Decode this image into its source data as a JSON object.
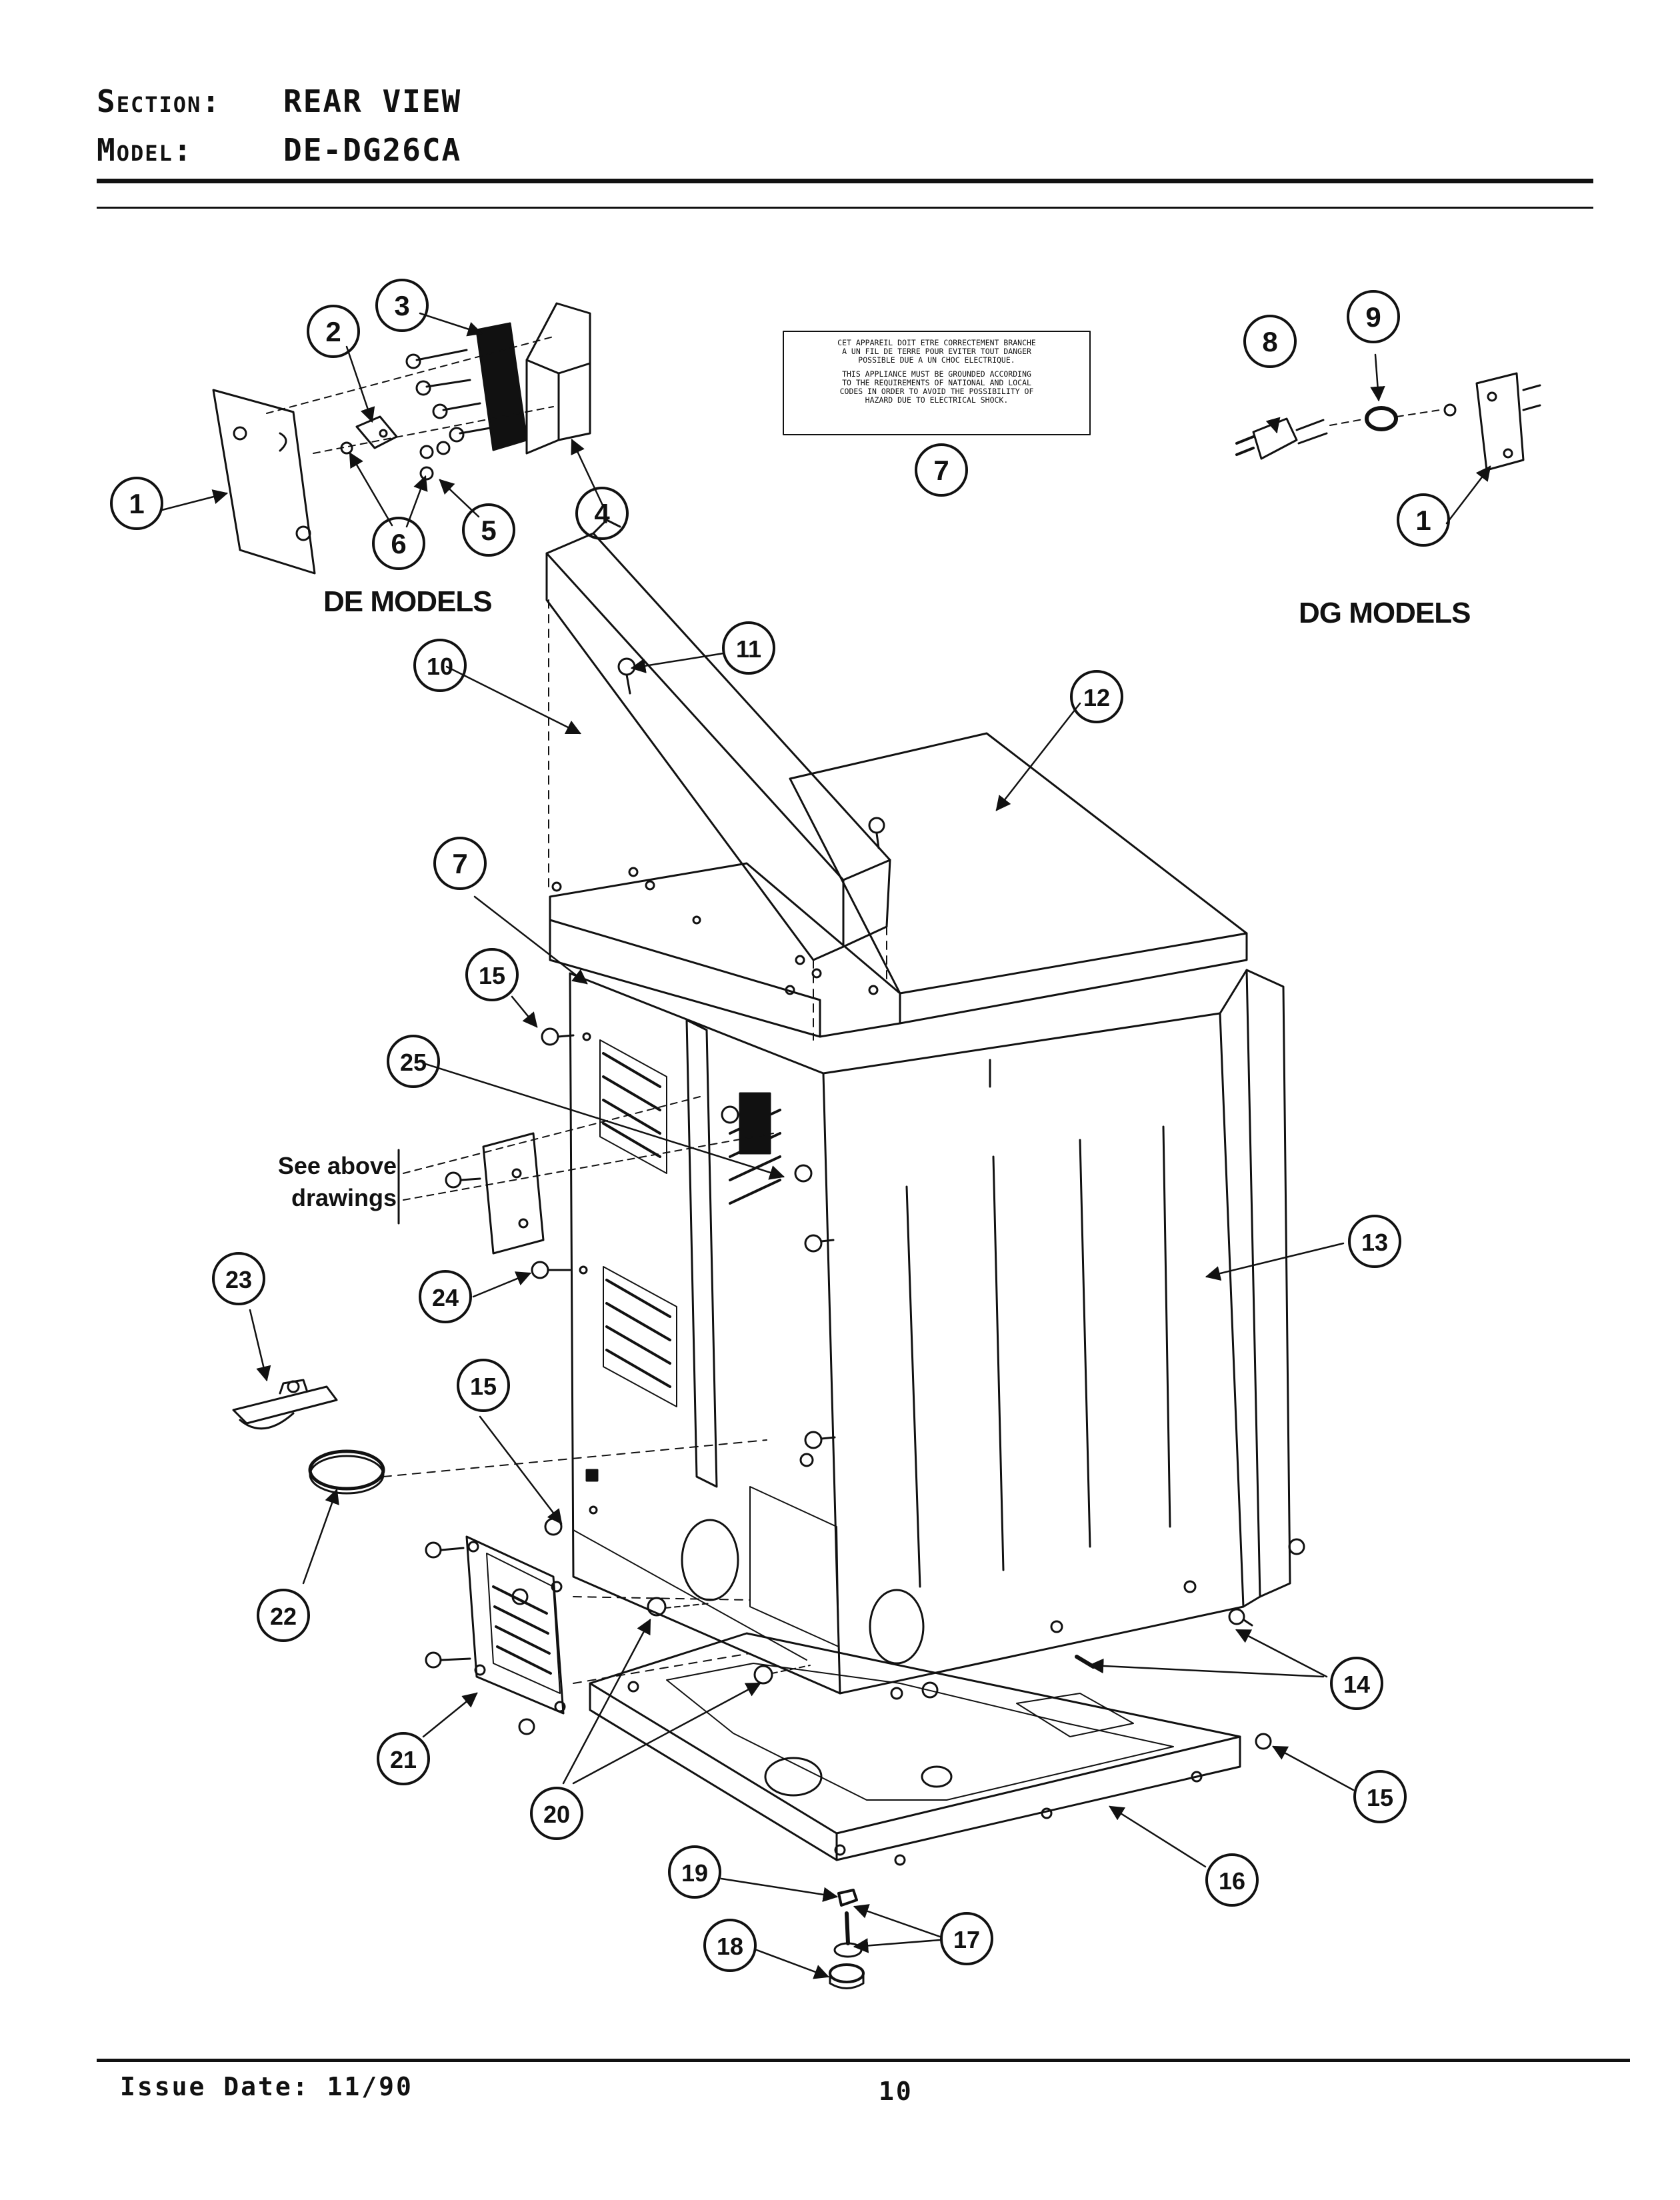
{
  "header": {
    "section_label": "Section:",
    "section_value": "REAR VIEW",
    "model_label": "Model:",
    "model_value": "DE-DG26CA"
  },
  "captions": {
    "de_models": "DE MODELS",
    "dg_models": "DG MODELS",
    "see_above_line1": "See above",
    "see_above_line2": "drawings"
  },
  "warning_label": {
    "french_1": "CET APPAREIL DOIT ETRE CORRECTEMENT BRANCHE",
    "french_2": "A UN FIL DE TERRE POUR EVITER TOUT DANGER",
    "french_3": "POSSIBLE DUE A UN CHOC ELECTRIQUE.",
    "english_1": "THIS APPLIANCE MUST BE GROUNDED ACCORDING",
    "english_2": "TO THE REQUIREMENTS OF NATIONAL AND LOCAL",
    "english_3": "CODES IN ORDER TO AVOID THE POSSIBILITY OF",
    "english_4": "HAZARD DUE TO ELECTRICAL SHOCK."
  },
  "callouts": {
    "c1a": "1",
    "c2": "2",
    "c3": "3",
    "c4": "4",
    "c5": "5",
    "c6": "6",
    "c7a": "7",
    "c8": "8",
    "c9": "9",
    "c1b": "1",
    "c10": "10",
    "c11": "11",
    "c12": "12",
    "c7b": "7",
    "c15a": "15",
    "c25": "25",
    "c13": "13",
    "c23": "23",
    "c24": "24",
    "c15b": "15",
    "c22": "22",
    "c14": "14",
    "c21": "21",
    "c20": "20",
    "c15c": "15",
    "c16": "16",
    "c19": "19",
    "c17": "17",
    "c18": "18"
  },
  "footer": {
    "issue_date": "Issue Date: 11/90",
    "page_number": "10"
  }
}
